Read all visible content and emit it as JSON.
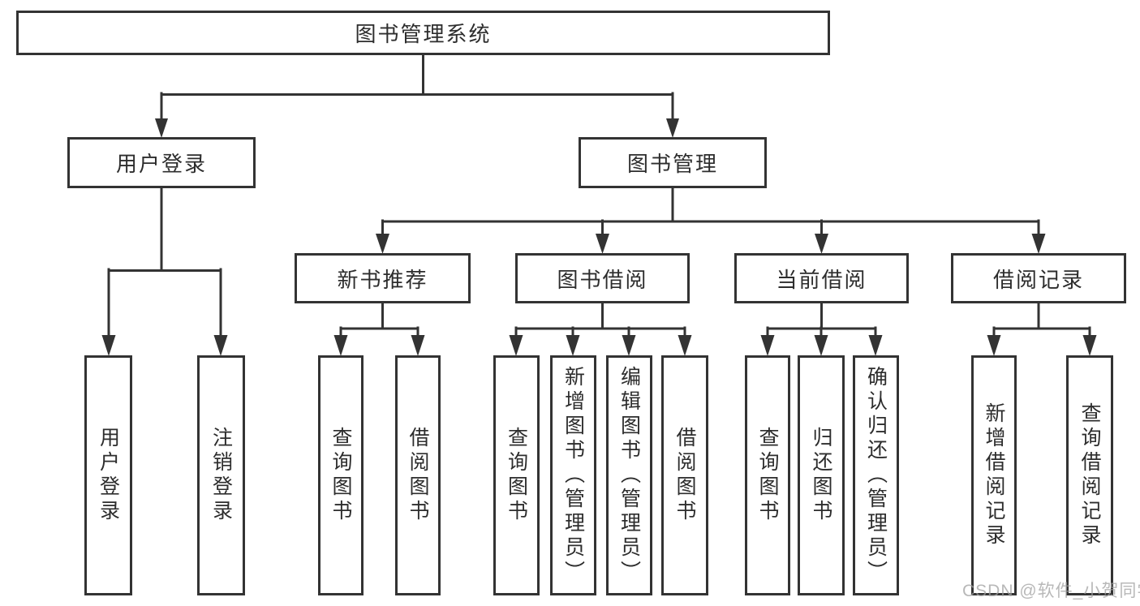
{
  "tree": {
    "root": {
      "label": "图书管理系统",
      "children": [
        {
          "label": "用户登录",
          "children": [
            {
              "label": "用户登录"
            },
            {
              "label": "注销登录"
            }
          ]
        },
        {
          "label": "图书管理",
          "children": [
            {
              "label": "新书推荐",
              "children": [
                {
                  "label": "查询图书"
                },
                {
                  "label": "借阅图书"
                }
              ]
            },
            {
              "label": "图书借阅",
              "children": [
                {
                  "label": "查询图书"
                },
                {
                  "label": "新增图书（管理员）"
                },
                {
                  "label": "编辑图书（管理员）"
                },
                {
                  "label": "借阅图书"
                }
              ]
            },
            {
              "label": "当前借阅",
              "children": [
                {
                  "label": "查询图书"
                },
                {
                  "label": "归还图书"
                },
                {
                  "label": "确认归还（管理员）"
                }
              ]
            },
            {
              "label": "借阅记录",
              "children": [
                {
                  "label": "新增借阅记录"
                },
                {
                  "label": "查询借阅记录"
                }
              ]
            }
          ]
        }
      ]
    }
  },
  "watermark": {
    "text": "CSDN @软件_小贺同学"
  },
  "colors": {
    "line": "#333333",
    "box_border": "#333333",
    "text": "#2d2d2d",
    "background": "#ffffff",
    "watermark": "#a0a0a0"
  }
}
